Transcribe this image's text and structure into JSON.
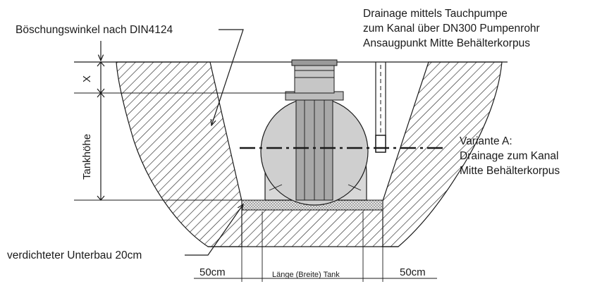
{
  "labels": {
    "slope_angle": "Böschungswinkel nach DIN4124",
    "drainage_pump_line1": "Drainage mittels Tauchpumpe",
    "drainage_pump_line2": "zum Kanal über DN300 Pumpenrohr",
    "drainage_pump_line3": "Ansaugpunkt Mitte Behälterkorpus",
    "variant_a_line1": "Variante A:",
    "variant_a_line2": "Drainage zum Kanal",
    "variant_a_line3": "Mitte Behälterkorpus",
    "compacted_base": "verdichteter Unterbau 20cm",
    "dim_x": "X",
    "dim_tank_height": "Tankhöhe",
    "dim_left_margin": "50cm",
    "dim_tank_length": "Länge (Breite) Tank",
    "dim_right_margin": "50cm"
  },
  "colors": {
    "ink": "#1a1a1a",
    "tank_fill": "#cfcfcf",
    "tank_dark": "#9a9a9a",
    "hatch": "#2a2a2a",
    "gravel": "#bdbdbd"
  }
}
